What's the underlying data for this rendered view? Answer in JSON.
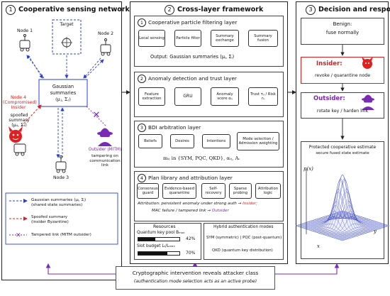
{
  "panel1": {
    "num": "1",
    "title": "Cooperative sensing network",
    "target": "Target",
    "node1": "Node 1",
    "node2": "Node 2",
    "node3": "Node 3",
    "node4_lines": [
      "Node 4",
      "(Compromised)",
      "Insider"
    ],
    "spoofed_summary": "spoofed summary",
    "spoofed_math": "(μ₄, Σ₄)",
    "gauss_title": "Gaussian summaries",
    "gauss_math": "(μⱼ, Σⱼ)",
    "outsider_lines": [
      "Outsider (MITM)"
    ],
    "tamper_lines": [
      "tampering on",
      "communication",
      "link"
    ],
    "legend": {
      "l1a": "Gaussian summaries (μⱼ, Σⱼ)",
      "l1b": "(shared state summaries)",
      "l2a": "Spoofed summary",
      "l2b": "(insider Byzantine)",
      "l3": "Tampered link (MITM outsider)"
    }
  },
  "panel2": {
    "num": "2",
    "title": "Cross-layer framework",
    "l1": {
      "num": "1",
      "title": "Cooperative particle filtering layer",
      "boxes": [
        "Local sensing",
        "Particle filter",
        "Summary exchange",
        "Summary fusion"
      ],
      "output": "Output: Gaussian summaries (μⱼ, Σⱼ)"
    },
    "l2": {
      "num": "2",
      "title": "Anomaly detection and trust layer",
      "boxes": [
        "Feature extraction",
        "GRU",
        "Anomaly score αᵢⱼ",
        "Trust τᵢⱼ / Risk rᵢⱼ"
      ]
    },
    "l3": {
      "num": "3",
      "title": "BDI arbitration layer",
      "boxes": [
        "Beliefs",
        "Desires",
        "Intentions",
        "Mode selection / Admission weighting"
      ],
      "formula": "mᵢⱼ in {SYM, PQC, QKD}, αᵢⱼ, Aᵢ"
    },
    "l4": {
      "num": "4",
      "title": "Plan library and attribution layer",
      "boxes": [
        "Consensus guard",
        "Evidence-based quarantine",
        "Self-recovery",
        "Sparse probing",
        "Attribution logic"
      ],
      "attr1": "Attribution: persistent anomaly under strong auth",
      "attr1b": "Insider;",
      "attr2": "MAC failure / tampered link",
      "attr2b": "Outsider"
    },
    "resources": {
      "title": "Resources",
      "qkp": "Quantum key pool Bₘₐₓ",
      "qkp_pct": "42%",
      "qkp_frac": 0.42,
      "slot": "Slot budget Lₜ/Lₘₐₓ",
      "slot_pct": "70%",
      "slot_frac": 0.7
    },
    "hybrid": {
      "title": "Hybrid authentication modes",
      "l1": "SYM (symmetric) | PQC (post-quantum)",
      "l2": "QKD (quantum key distribution)"
    }
  },
  "panel3": {
    "num": "3",
    "title": "Decision and response",
    "benign_title": "Benign:",
    "benign_text": "fuse normally",
    "insider_title": "Insider:",
    "insider_text": "revoke / quarantine node",
    "outsider_title": "Outsider:",
    "outsider_text": "rotate key / harden link",
    "estimate_title": "Protected cooperative estimate",
    "estimate_sub": "secure fused state estimate",
    "axis_p": "p(x)",
    "axis_x": "x",
    "axis_y": "y"
  },
  "bottom": {
    "line1": "Cryptographic intervention reveals attacker class",
    "line2": "(authentication mode selection acts as an active probe)"
  },
  "colors": {
    "insider": "#e02020",
    "outsider": "#7a2bb5",
    "gauss": "#2a3fd6"
  }
}
